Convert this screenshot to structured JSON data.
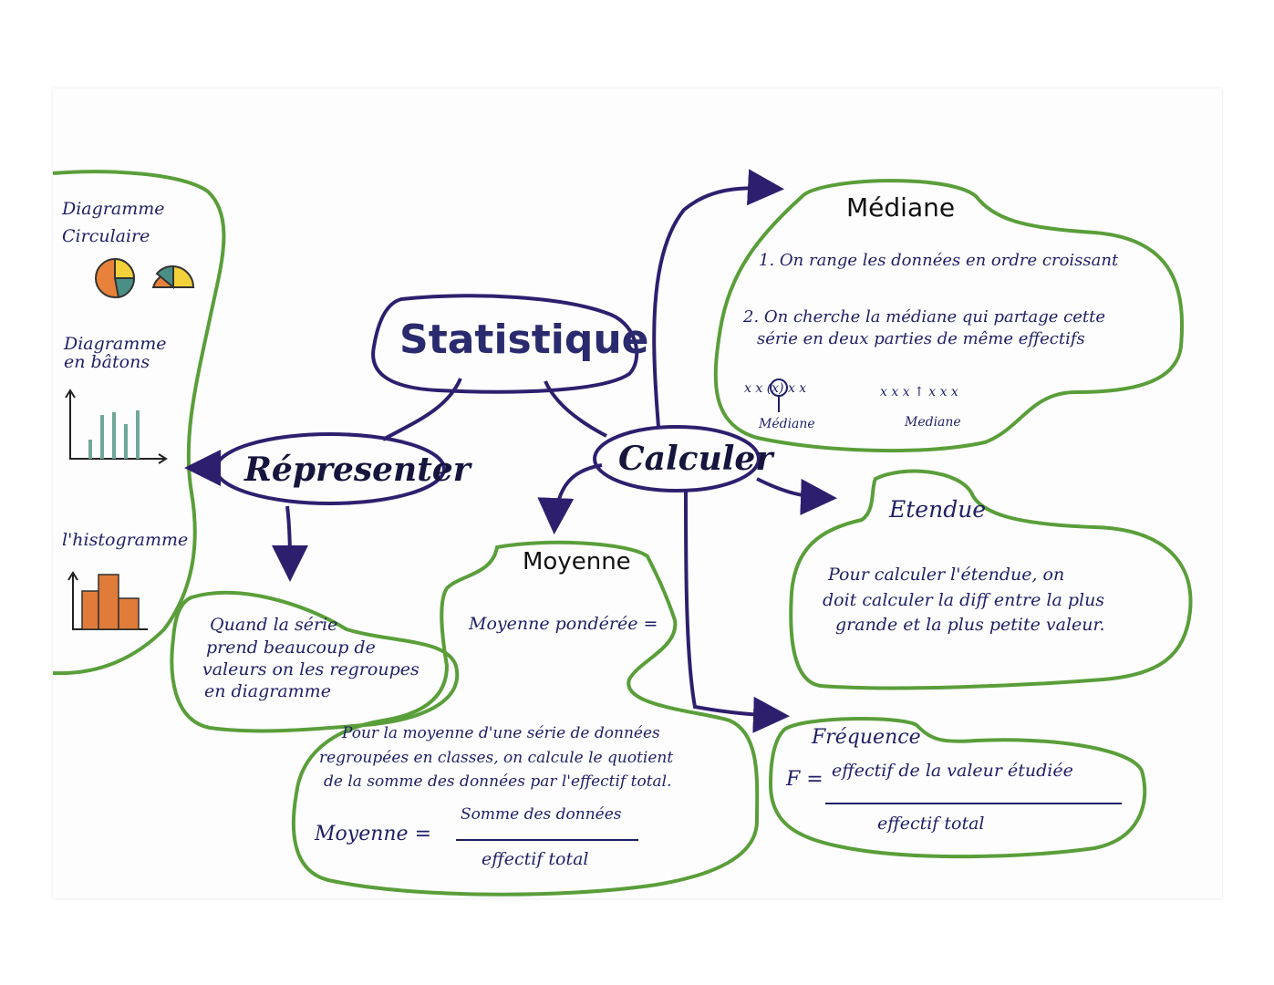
{
  "root": {
    "label": "Statistique"
  },
  "representer": {
    "label": "Répresenter",
    "types": [
      {
        "label": "Diagramme Circulaire"
      },
      {
        "label": "Diagramme en bâtons"
      },
      {
        "label": "l'histogramme"
      }
    ],
    "note": [
      "Quand la série",
      "prend beaucoup de",
      "valeurs on les regroupes",
      "en diagramme"
    ]
  },
  "calculer": {
    "label": "Calculer",
    "mediane": {
      "title": "Médiane",
      "step1": "1. On range les données en ordre croissant",
      "step2_line1": "2. On cherche la médiane qui partage cette",
      "step2_line2": "série en deux parties de même effectifs",
      "example_odd": "x x (x) x x",
      "example_even": "x x x ↑ x x x",
      "label_odd": "Médiane",
      "label_even": "Mediane"
    },
    "etendue": {
      "title": "Etendue",
      "lines": [
        "Pour calculer l'étendue, on",
        "doit calculer la diff entre la plus",
        "grande et la plus petite valeur."
      ]
    },
    "moyenne": {
      "title": "Moyenne",
      "ponderee": "Moyenne pondérée =",
      "classes_lines": [
        "Pour la moyenne d'une série de données",
        "regroupées en classes, on calcule le quotient",
        "de la somme des données par l'effectif total."
      ],
      "formula_lhs": "Moyenne =",
      "formula_num": "Somme des données",
      "formula_den": "effectif total"
    },
    "frequence": {
      "title": "Fréquence",
      "formula_lhs": "F =",
      "formula_num": "effectif de la valeur étudiée",
      "formula_den": "effectif total"
    }
  },
  "colors": {
    "outline_green": "#5a9e3a",
    "outline_purple": "#2e1f6e",
    "ink": "#1f1f66",
    "pie_orange": "#e8823a",
    "pie_yellow": "#f2d13a",
    "pie_teal": "#4a8f86",
    "bar_teal": "#6fa89a",
    "hist_orange": "#e07b39"
  }
}
